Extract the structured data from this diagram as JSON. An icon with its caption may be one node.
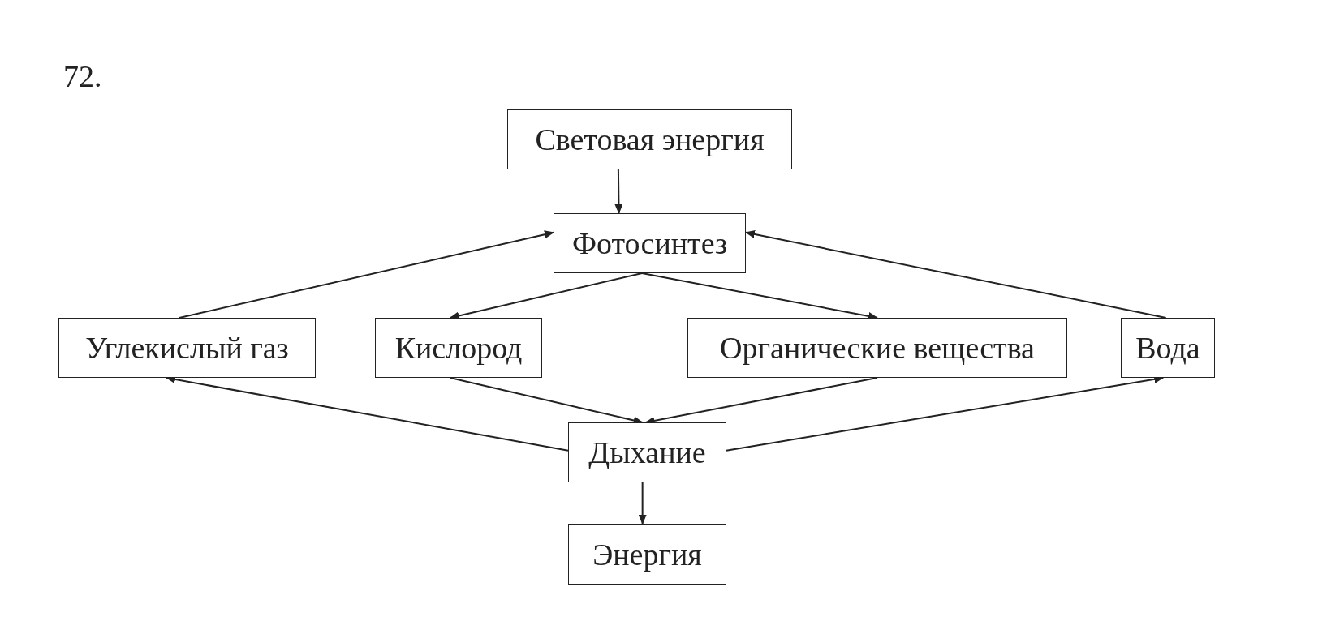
{
  "diagram": {
    "nodes": [
      {
        "text": [
          "Световая энергия"
        ]
      },
      {
        "text": [
          "Фотосинтез"
        ]
      },
      {
        "text": [
          "Углекислый газ"
        ]
      },
      {
        "text": [
          "Кислород"
        ]
      },
      {
        "text": [
          "Органические вещества"
        ]
      },
      {
        "text": [
          "Вода"
        ]
      },
      {
        "text": [
          "Дыхание"
        ]
      },
      {
        "text": [
          "Энергия"
        ]
      }
    ],
    "edges": [
      {
        "from": 0,
        "to": 1,
        "arrow": "to"
      },
      {
        "from": 2,
        "to": 1,
        "arrow": "to"
      },
      {
        "from": 5,
        "to": 1,
        "arrow": "to"
      },
      {
        "from": 1,
        "to": 3,
        "arrow": "to"
      },
      {
        "from": 1,
        "to": 4,
        "arrow": "to"
      },
      {
        "from": 3,
        "to": 6,
        "arrow": "to"
      },
      {
        "from": 4,
        "to": 6,
        "arrow": "to"
      },
      {
        "from": 6,
        "to": 2,
        "arrow": "to"
      },
      {
        "from": 6,
        "to": 5,
        "arrow": "to"
      },
      {
        "from": 6,
        "to": 7,
        "arrow": "to"
      }
    ],
    "labels": [
      "72."
    ]
  }
}
